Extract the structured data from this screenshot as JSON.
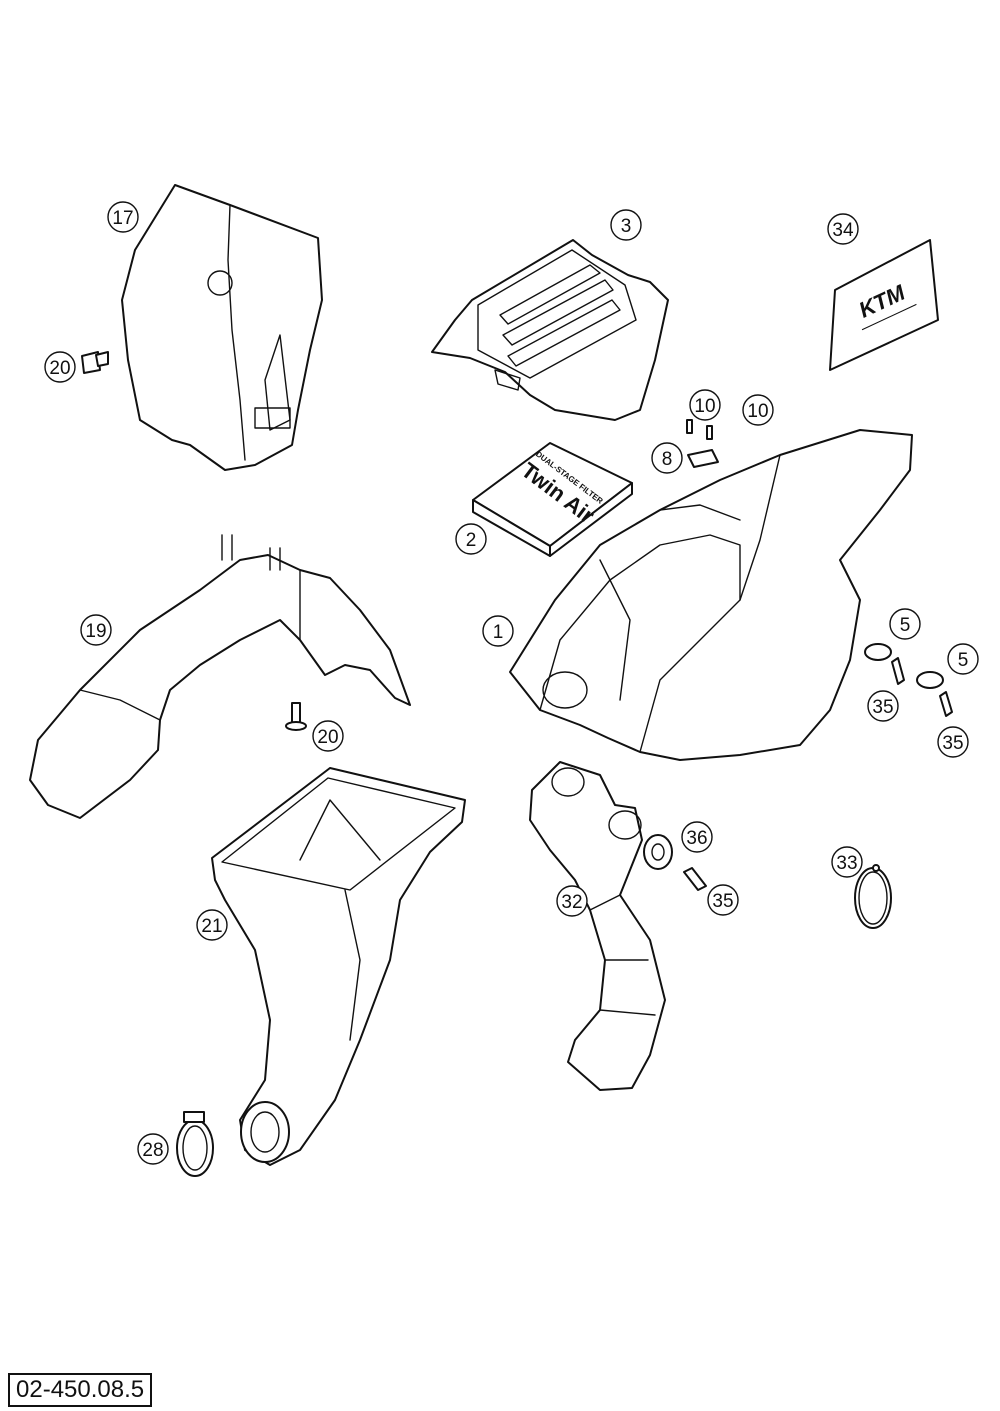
{
  "document": {
    "number": "02-450.08.5"
  },
  "labels": {
    "filter_brand": "Twin Air",
    "filter_subtitle": "DUAL-STAGE FILTER",
    "sticker_logo": "KTM"
  },
  "callouts": [
    "17",
    "20",
    "3",
    "34",
    "10",
    "10",
    "8",
    "2",
    "19",
    "1",
    "5",
    "5",
    "35",
    "35",
    "20",
    "36",
    "33",
    "21",
    "32",
    "35",
    "28"
  ]
}
